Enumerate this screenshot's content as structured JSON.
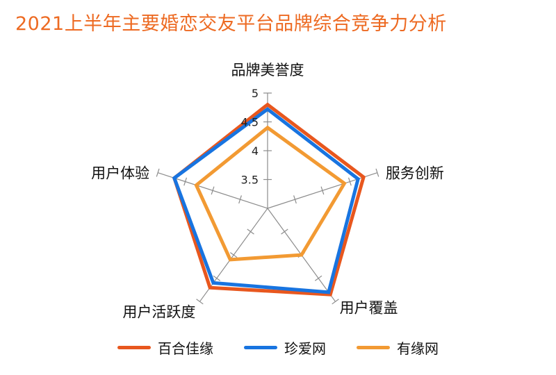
{
  "chart_data": {
    "type": "radar",
    "title": "2021上半年主要婚恋交友平台品牌综合竞争力分析",
    "axes": [
      "品牌美誉度",
      "服务创新",
      "用户覆盖",
      "用户活跃度",
      "用户体验"
    ],
    "scale": {
      "min": 3,
      "max": 5,
      "ticks": [
        3.5,
        4,
        4.5,
        5
      ],
      "labelled_ticks": [
        "3.5",
        "4",
        "4.5",
        "5"
      ]
    },
    "series": [
      {
        "name": "百合佳缘",
        "color": "#E8571E",
        "values": [
          4.8,
          4.75,
          4.85,
          4.7,
          4.7
        ]
      },
      {
        "name": "珍爱网",
        "color": "#1874E0",
        "values": [
          4.72,
          4.65,
          4.8,
          4.6,
          4.7
        ]
      },
      {
        "name": "有缘网",
        "color": "#F29A33",
        "values": [
          4.4,
          4.4,
          4.0,
          4.1,
          4.3
        ]
      }
    ],
    "legend_position": "bottom",
    "grid": false
  }
}
